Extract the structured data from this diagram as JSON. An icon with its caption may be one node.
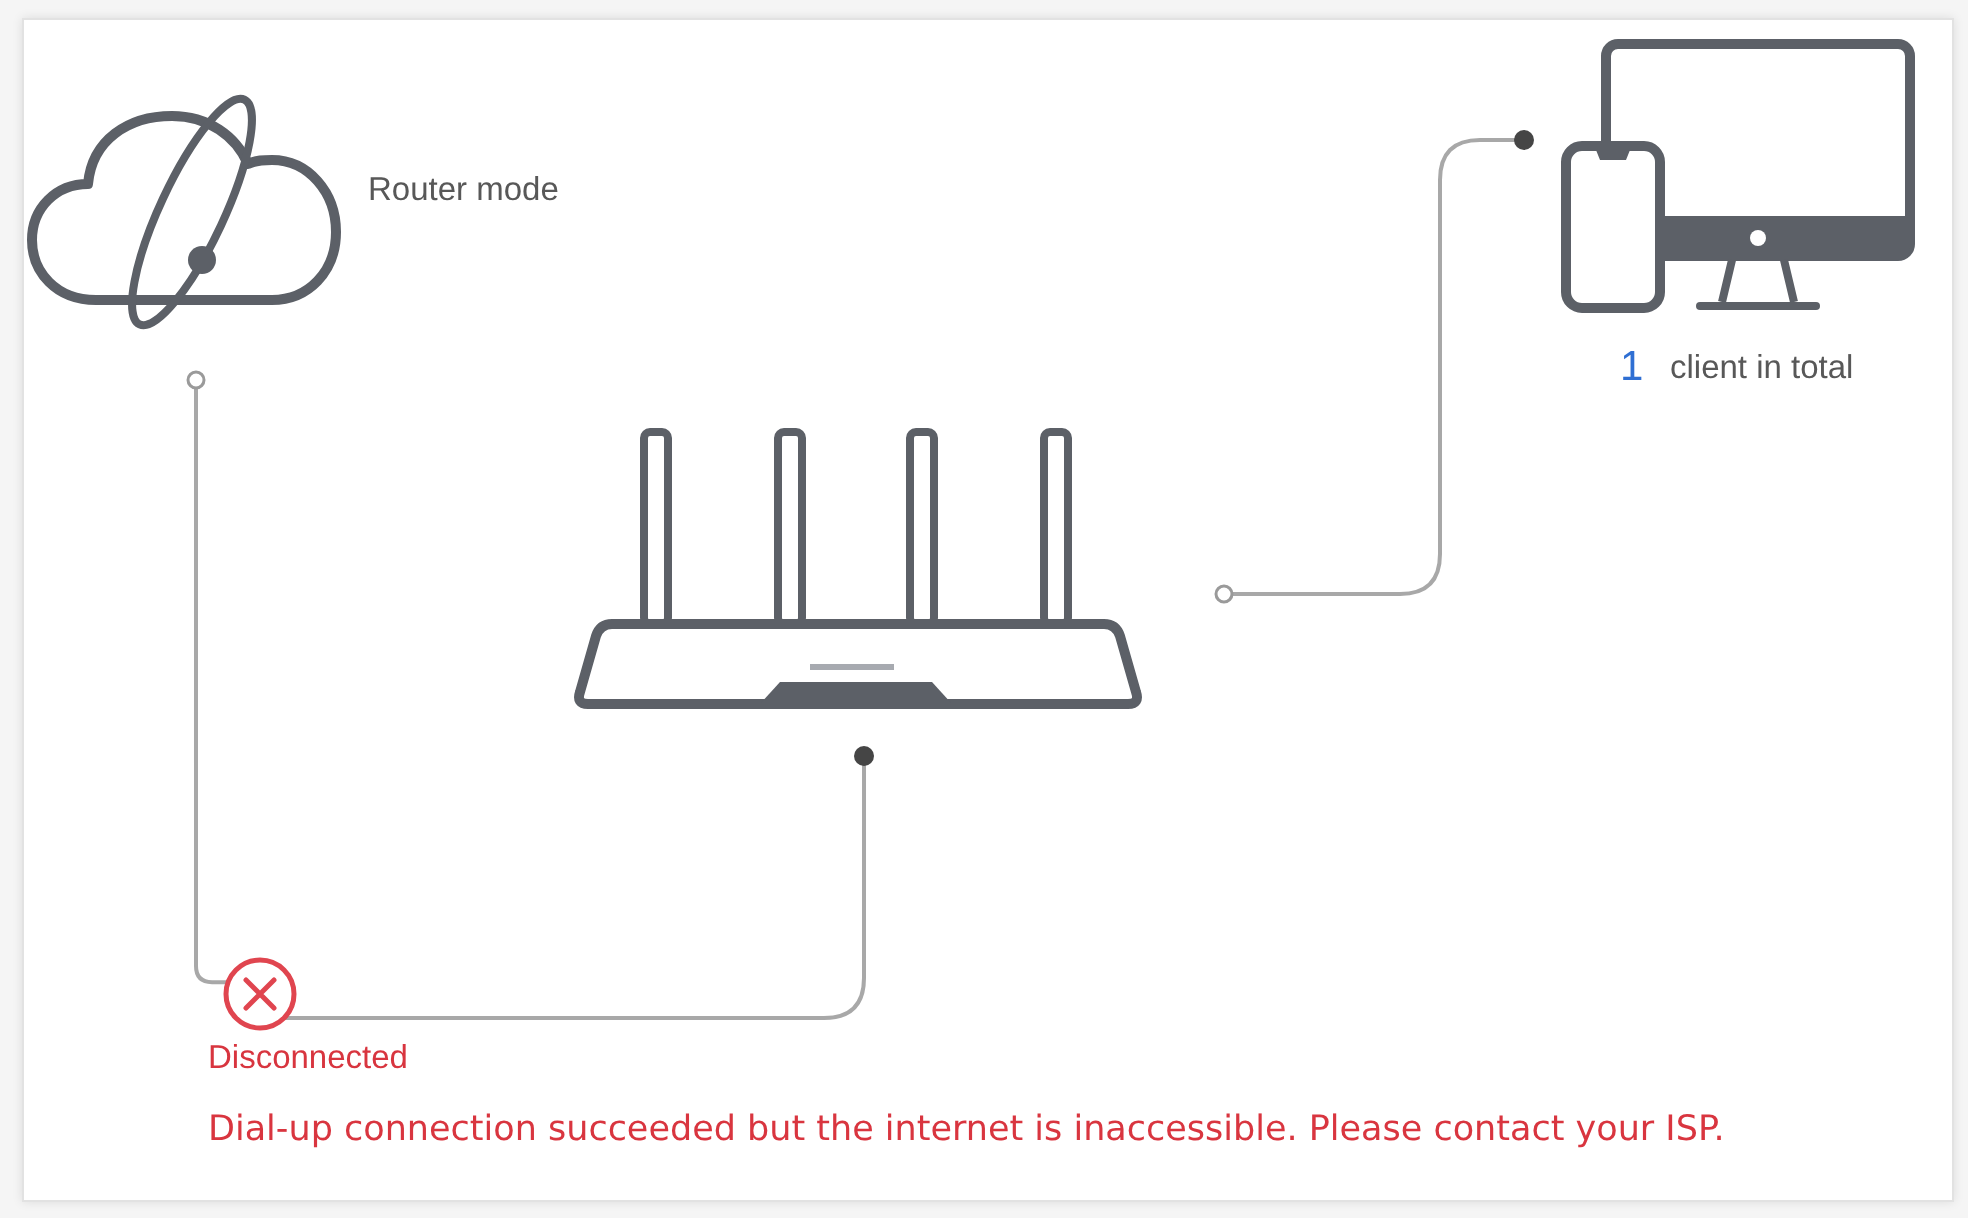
{
  "diagram": {
    "nodes": [
      {
        "text": [],
        "shape": "cloud",
        "beside": [
          "Router mode"
        ]
      },
      {
        "text": [],
        "shape": "picture"
      },
      {
        "text": [],
        "shape": "picture",
        "beside": [
          "1",
          "client in total"
        ]
      },
      {
        "text": [],
        "shape": "circle",
        "beside": [
          "Disconnected"
        ]
      }
    ],
    "edges": [
      {
        "from": 0,
        "to": 3,
        "arrow": "other"
      },
      {
        "from": 3,
        "to": 1,
        "arrow": "other"
      },
      {
        "from": 1,
        "to": 2,
        "arrow": "other"
      }
    ],
    "labels": [
      "Dial-up connection succeeded but the internet is inaccessible. Please contact your ISP."
    ]
  }
}
